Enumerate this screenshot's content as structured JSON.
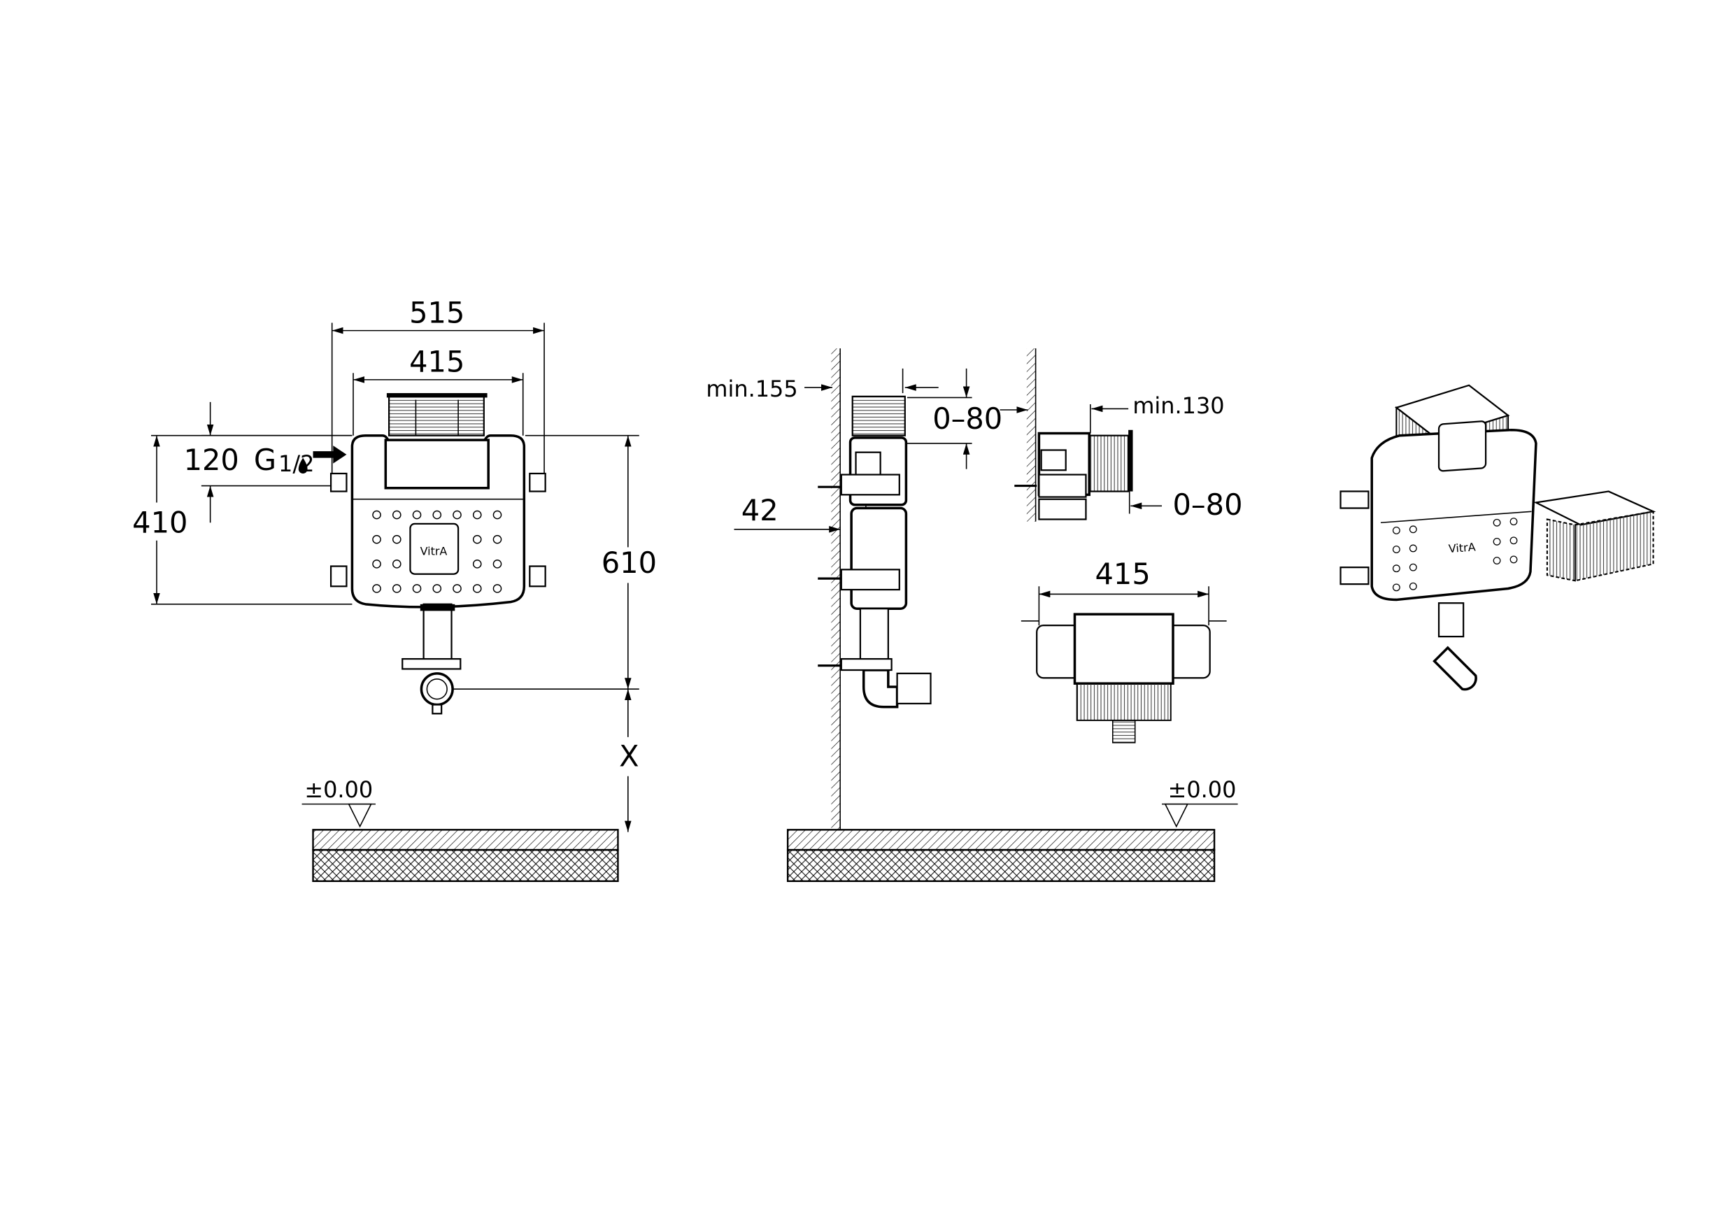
{
  "front_view": {
    "width_overall": "515",
    "width_frame": "415",
    "inlet_offset": "120",
    "inlet_thread": "G",
    "inlet_thread_fraction": "1/2",
    "height_tank": "410",
    "height_to_outlet": "610",
    "outlet_height_variable": "X",
    "floor_level": "±0.00",
    "logo": "VitrA"
  },
  "side_view": {
    "min_wall_depth": "min.155",
    "box_adjustment": "0–80",
    "wall_offset": "42",
    "floor_level": "±0.00"
  },
  "detail_view": {
    "min_depth": "min.130",
    "adjustment": "0–80"
  },
  "top_view": {
    "width_frame": "415"
  },
  "iso_view": {
    "logo": "VitrA"
  }
}
